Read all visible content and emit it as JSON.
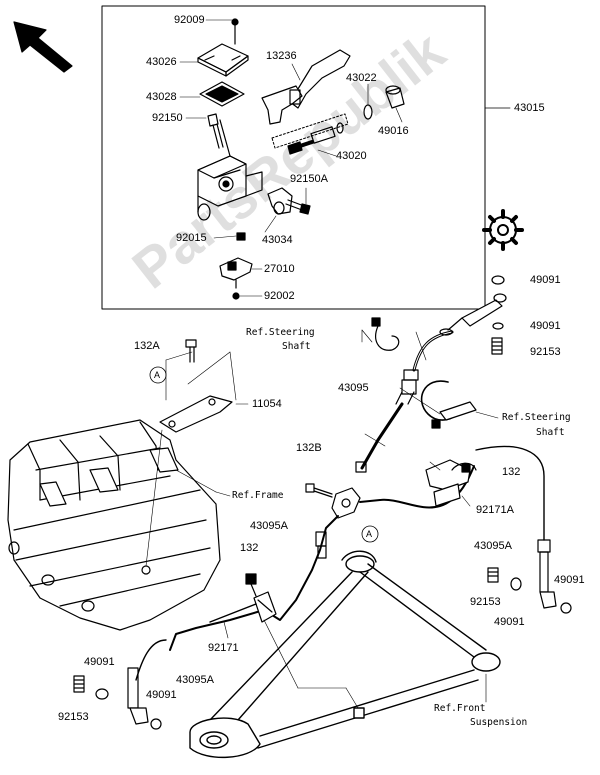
{
  "watermark": "PartsRepublik",
  "accent_color": "#000000",
  "direction": "arrow-icon",
  "part_labels": [
    "92009",
    "43026",
    "43028",
    "92150",
    "13236",
    "43022",
    "49016",
    "43015",
    "43020",
    "92150A",
    "92015",
    "43034",
    "27010",
    "92002",
    "49091",
    "49091",
    "92153",
    "132A",
    "11054",
    "43095",
    "132B",
    "132",
    "92171A",
    "43095A",
    "132",
    "92153",
    "49091",
    "49091",
    "92171",
    "43095A",
    "49091",
    "92153",
    "49091",
    "A",
    "A"
  ],
  "references": {
    "steering_shaft_1_line1": "Ref.Steering",
    "steering_shaft_1_line2": "Shaft",
    "steering_shaft_2_line1": "Ref.Steering",
    "steering_shaft_2_line2": "Shaft",
    "frame": "Ref.Frame",
    "front_susp_line1": "Ref.Front",
    "front_susp_line2": "Suspension"
  }
}
